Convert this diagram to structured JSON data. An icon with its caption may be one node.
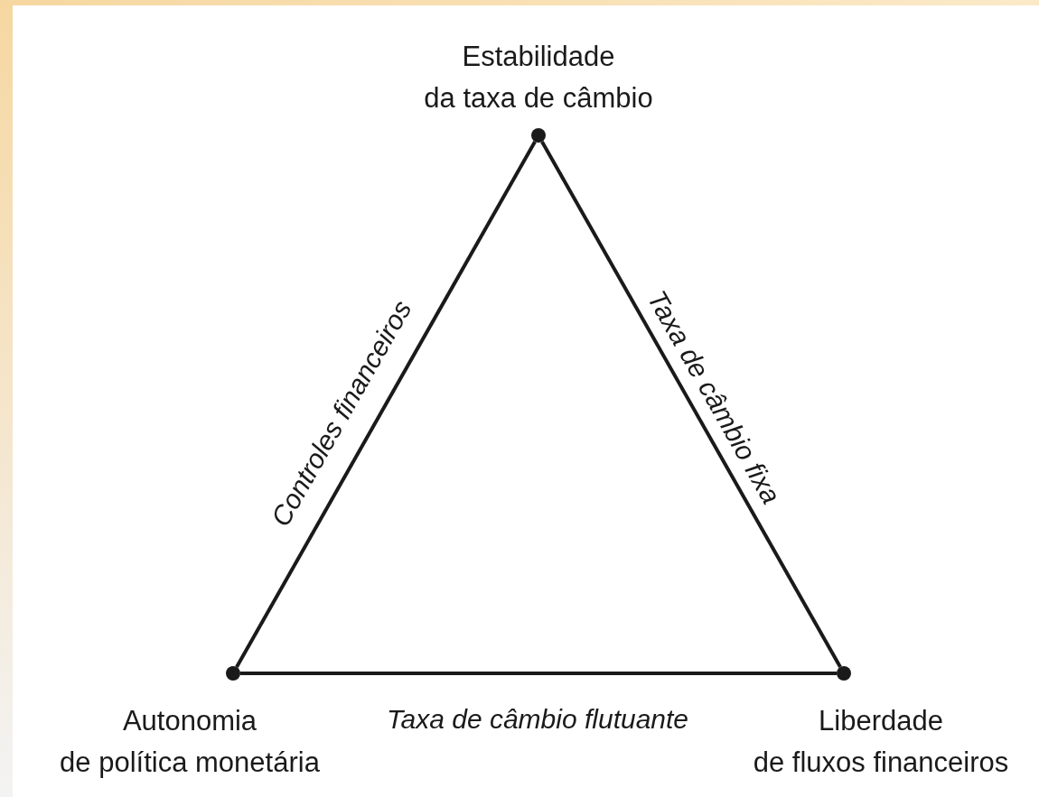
{
  "diagram": {
    "nodes": [
      {
        "text": [],
        "shape": "circle",
        "beside": [
          "Estabilidade da taxa de câmbio"
        ]
      },
      {
        "text": [],
        "shape": "circle",
        "beside": [
          "Autonomia de política monetária"
        ]
      },
      {
        "text": [],
        "shape": "circle",
        "beside": [
          "Liberdade de fluxos financeiros"
        ]
      }
    ],
    "edges": [
      {
        "from": 1,
        "to": 0,
        "arrow": "none",
        "label": "Controles financeiros"
      },
      {
        "from": 0,
        "to": 2,
        "arrow": "none",
        "label": "Taxa de câmbio fixa"
      },
      {
        "from": 1,
        "to": 2,
        "arrow": "none",
        "label": "Taxa de câmbio flutuante"
      }
    ]
  }
}
